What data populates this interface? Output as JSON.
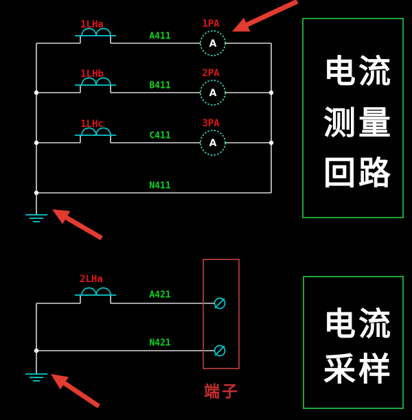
{
  "colors": {
    "background": "#000000",
    "wire": "#d9d9d9",
    "symbol_cyan": "#00ced2",
    "meter_teal": "#41c5b5",
    "label_red": "#df1515",
    "label_green": "#0bd41e",
    "box_green_border": "#1fa634",
    "box_text": "#ffffff",
    "terminal_box_red": "#c24343",
    "terminal_caption_red": "#c62f2f",
    "arrow_red": "#e23b30"
  },
  "measurement_circuit": {
    "rows": [
      {
        "ct_label": "1LHa",
        "wire_label": "A411",
        "meter_label": "1PA",
        "meter_letter": "A"
      },
      {
        "ct_label": "1LHb",
        "wire_label": "B411",
        "meter_label": "2PA",
        "meter_letter": "A"
      },
      {
        "ct_label": "1LHc",
        "wire_label": "C411",
        "meter_label": "3PA",
        "meter_letter": "A"
      }
    ],
    "neutral_wire_label": "N411",
    "caption_lines": [
      "电流",
      "测量",
      "回路"
    ]
  },
  "sampling_circuit": {
    "ct_label": "2LHa",
    "wire_label": "A421",
    "neutral_wire_label": "N421",
    "terminal_caption": "端子",
    "caption_lines": [
      "电流",
      "采样"
    ]
  }
}
